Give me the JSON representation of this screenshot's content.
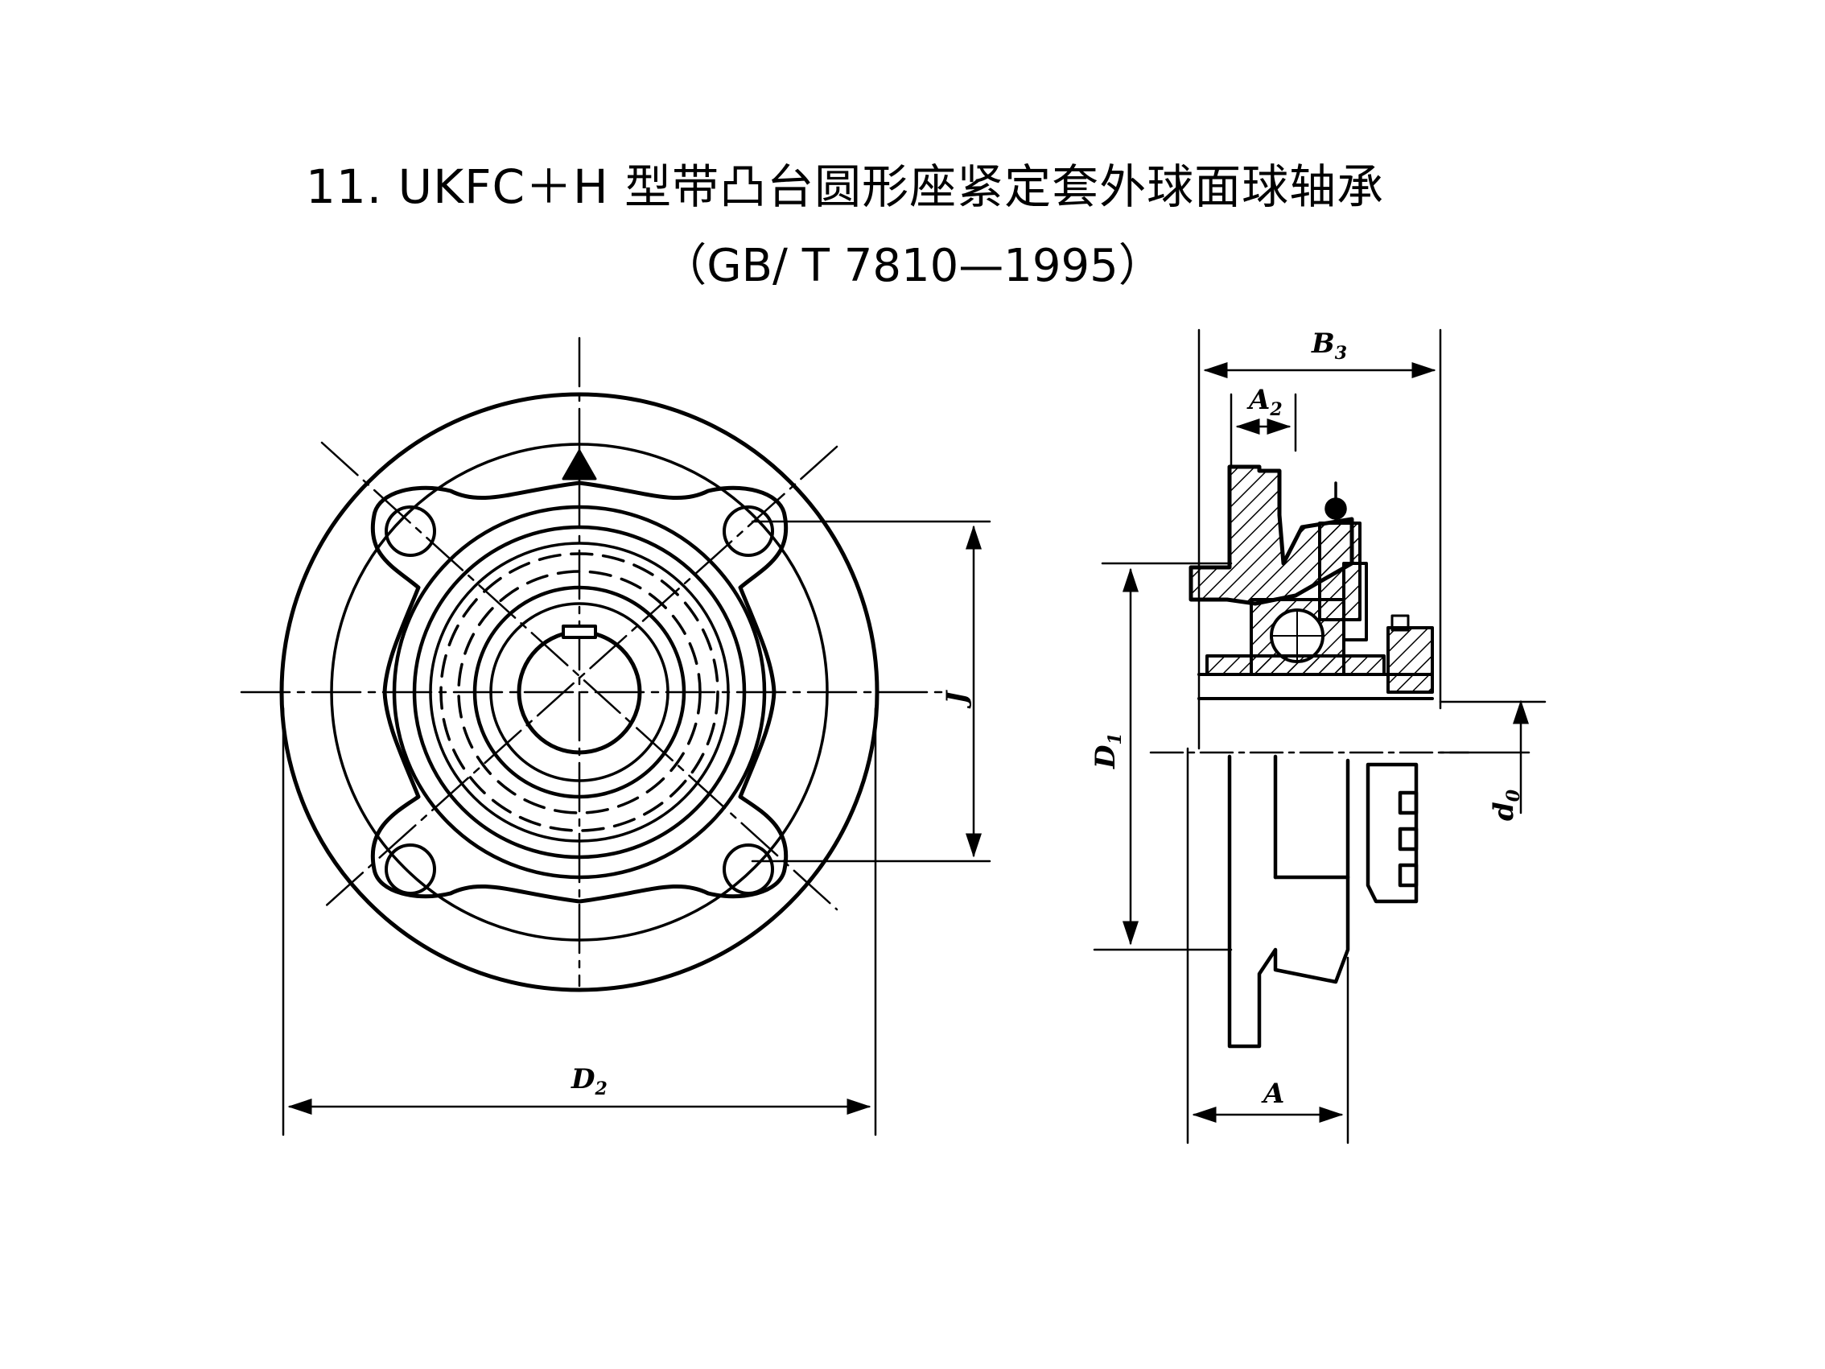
{
  "title": "11. UKFC＋H 型带凸台圆形座紧定套外球面球轴承",
  "subtitle": "（GB/ T 7810—1995）",
  "dimensions": {
    "D2": {
      "main": "D",
      "sub": "2"
    },
    "J": {
      "main": "J",
      "sub": ""
    },
    "B3": {
      "main": "B",
      "sub": "3"
    },
    "A2": {
      "main": "A",
      "sub": "2"
    },
    "D1": {
      "main": "D",
      "sub": "1"
    },
    "d0": {
      "main": "d",
      "sub": "0"
    },
    "A": {
      "main": "A",
      "sub": ""
    }
  },
  "colors": {
    "ink": "#000000",
    "paper": "#ffffff"
  }
}
